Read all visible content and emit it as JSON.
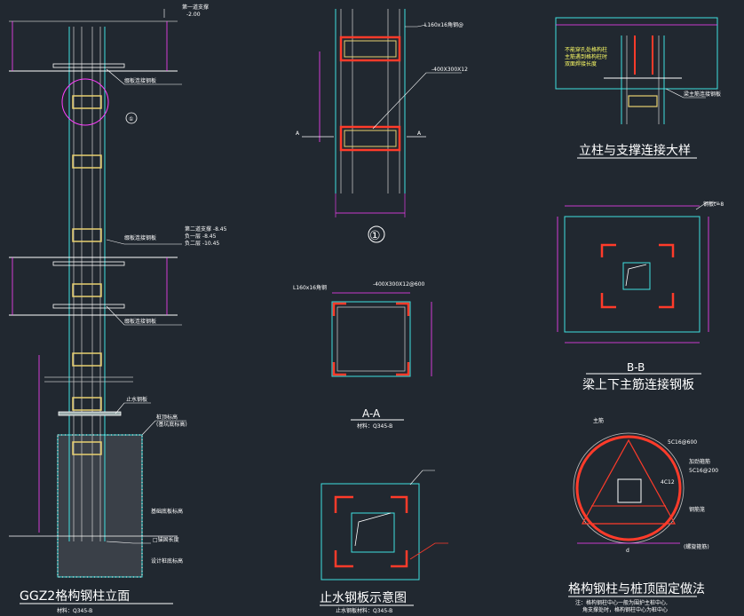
{
  "titles": {
    "elevation": "GGZ2格构钢柱立面",
    "elevation_note": "材料：Q345-B",
    "detail1": "①",
    "section_aa": "A-A",
    "section_aa_note": "材料：Q345-B",
    "waterstop": "止水钢板示意图",
    "waterstop_note": "止水钢板材料：Q345-B",
    "column_support": "立柱与支撑连接大样",
    "section_bb": "B-B",
    "beam_plate": "梁上下主筋连接钢板",
    "pile_fix": "格构钢柱与桩顶固定做法",
    "pile_fix_note1": "注：格构钢柱中心一般为围护主桩中心,",
    "pile_fix_note2": "角支撑处时，格构钢柱中心为桩中心"
  },
  "labels": {
    "level1": "第一道支撑",
    "level1_elev": "-2.00",
    "lace_plate_1": "缀板连接钢板",
    "level2": "第二道支撑 -8.45",
    "level_b1": "负一层 -8.45",
    "level_b2": "负二层 -10.45",
    "lace_plate_2": "缀板连接钢板",
    "lace_plate_3": "缀板连接钢板",
    "water_stop": "止水钢板",
    "pile_top": "桩顶标高",
    "pile_top_sub": "(基坑底标高)",
    "base_elev": "基础底板标高",
    "anchor": "□锚固长度",
    "design_elev": "设计桩底标高",
    "callout_1": "①",
    "angle_steel": "L160x16角钢@",
    "lace_plate_spec": "-400X300X12",
    "section_mark": "A",
    "aa_angle": "L160x16角钢",
    "aa_plate": "-400X300X12@600",
    "cs_note1": "不能穿孔处格构柱",
    "cs_note2": "主筋遇到格构柱时",
    "cs_note3": "双面焊接长度",
    "cs_plate": "梁主筋连接钢板",
    "bb_plate": "钢板t=8",
    "pile_main": "主筋",
    "pile_bar1": "5C16@600",
    "pile_bar2": "加劲箍筋",
    "pile_bar3": "5C16@200",
    "pile_bar4": "4C12",
    "pile_cage": "钢筋笼",
    "pile_spiral": "(螺旋箍筋)",
    "pile_d": "d"
  },
  "colors": {
    "background": "#212830",
    "column_line": "#40e0e0",
    "steel_red": "#ff3b2a",
    "dimension": "#ff40ff",
    "batten": "#e8d070",
    "level_line": "#c0c0c0",
    "text": "#ffffff"
  }
}
